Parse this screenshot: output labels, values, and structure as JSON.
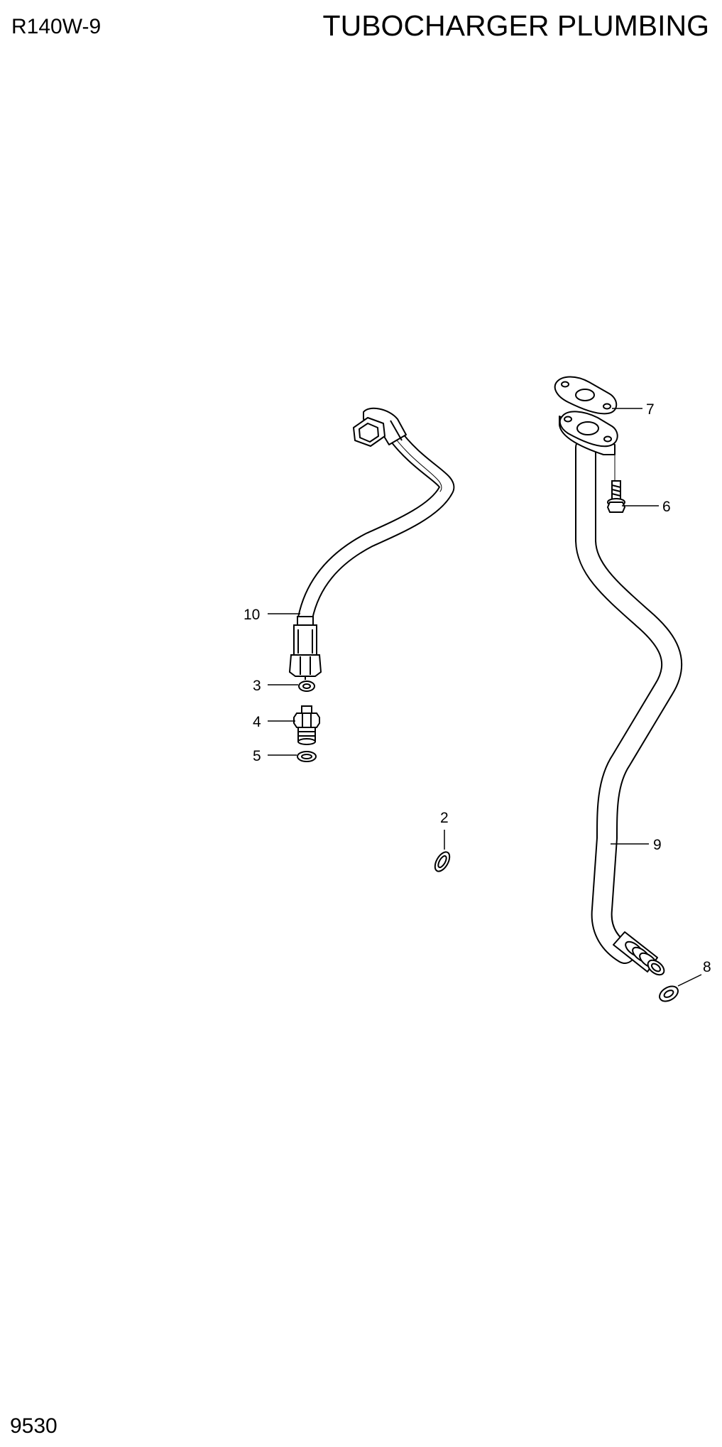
{
  "header": {
    "model": "R140W-9",
    "title": "TUBOCHARGER PLUMBING"
  },
  "footer": {
    "page_number": "9530"
  },
  "callouts": {
    "c2": "2",
    "c3": "3",
    "c4": "4",
    "c5": "5",
    "c6": "6",
    "c7": "7",
    "c8": "8",
    "c9": "9",
    "c10": "10"
  },
  "colors": {
    "line": "#000000",
    "background": "#ffffff"
  }
}
